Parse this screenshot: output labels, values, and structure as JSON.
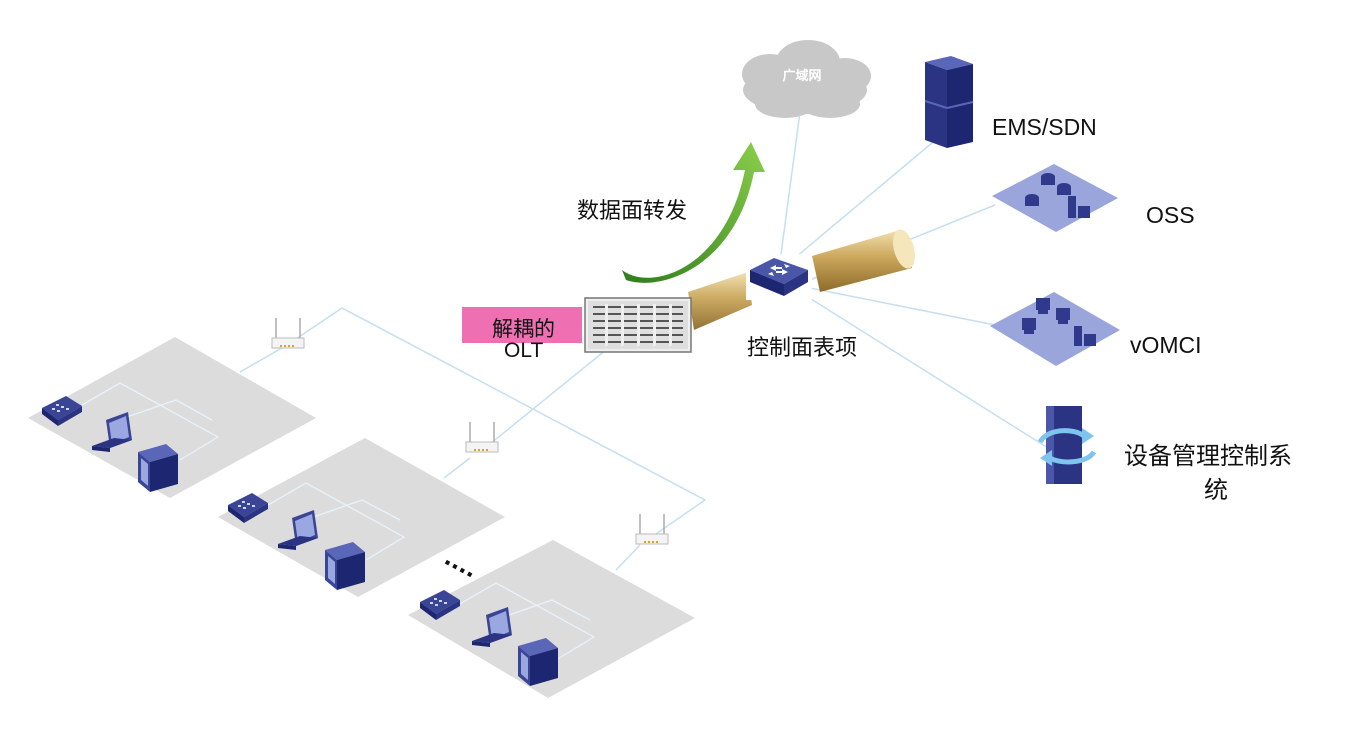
{
  "cloud": {
    "label": "广域网"
  },
  "data_plane": {
    "label": "数据面转发"
  },
  "olt": {
    "line1": "解耦的",
    "line2": "OLT"
  },
  "switch": {
    "label": "控制面表项"
  },
  "systems": {
    "ems": "EMS/SDN",
    "oss": "OSS",
    "vomci": "vOMCI",
    "dms_line1": "设备管理控制系",
    "dms_line2": "统"
  },
  "ellipsis": "....",
  "colors": {
    "link": "#c5dff0",
    "device_blue": "#2f3a8c",
    "platform": "#dcdcdc",
    "arrow_green": "#5aa832",
    "tube_gold": "#c9a65a",
    "label_pink": "#ee6fb2",
    "cloud_gray": "#c8c8c8"
  }
}
